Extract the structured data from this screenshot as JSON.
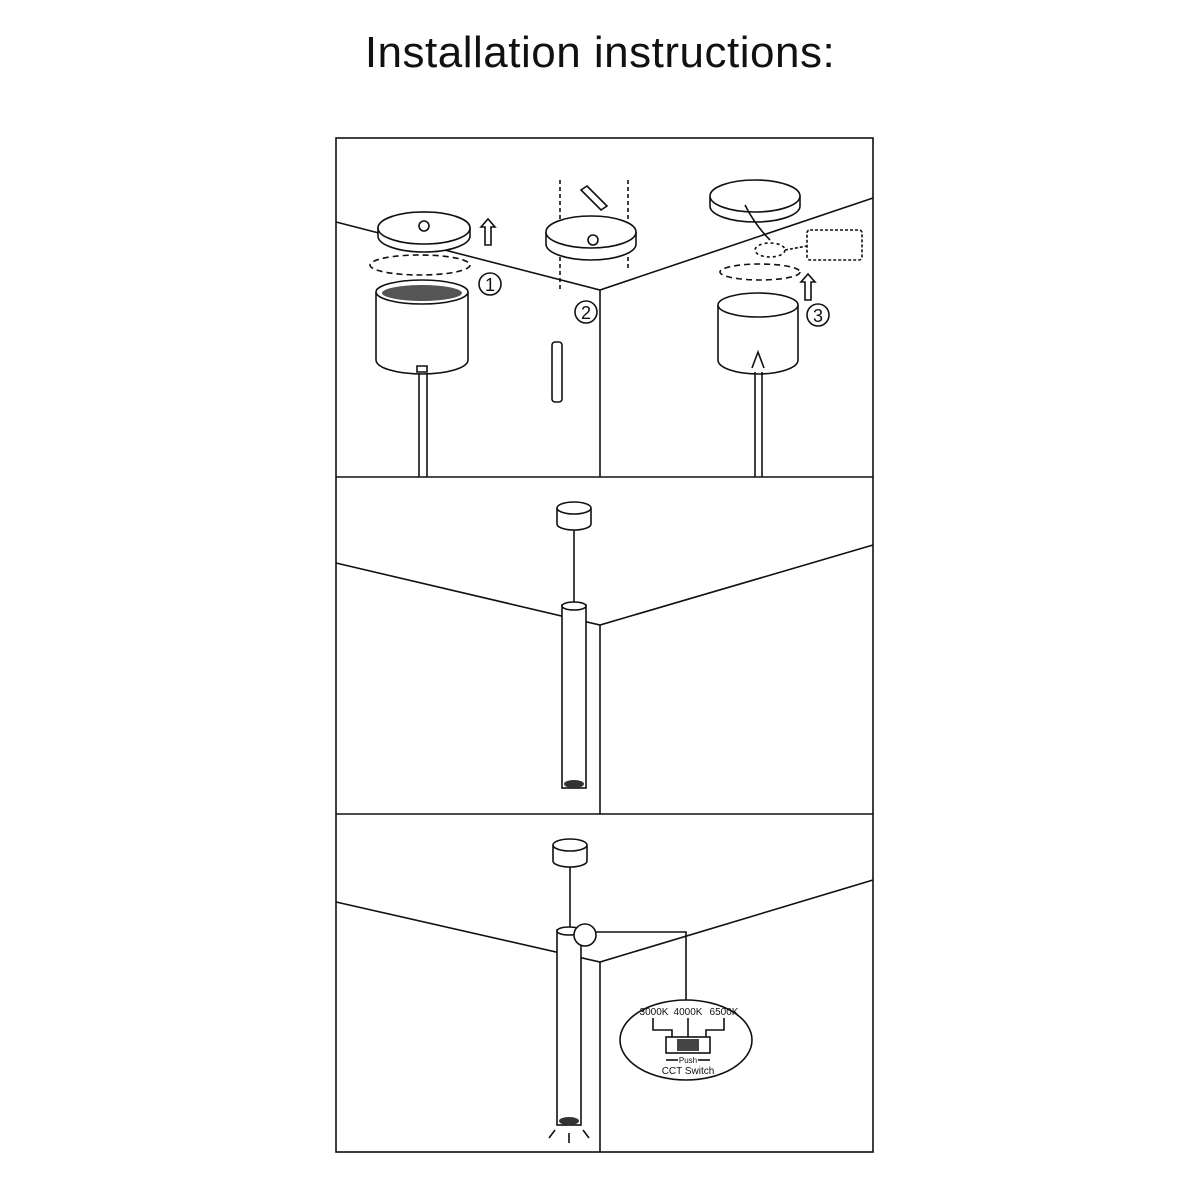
{
  "title": "Installation instructions:",
  "steps": [
    {
      "number": "1"
    },
    {
      "number": "2"
    },
    {
      "number": "3"
    }
  ],
  "cct_switch": {
    "options": [
      "3000K",
      "4000K",
      "6500K"
    ],
    "push_label": "Push",
    "label": "CCT Switch"
  }
}
